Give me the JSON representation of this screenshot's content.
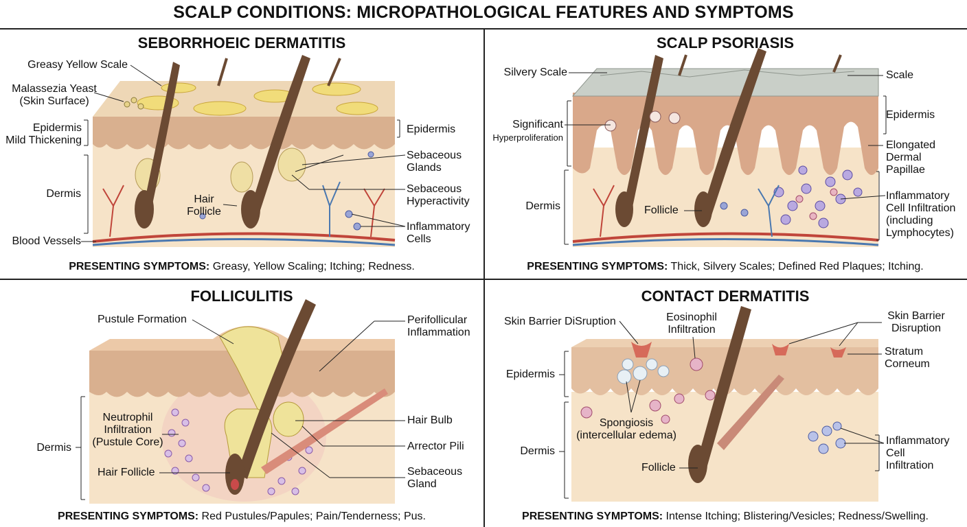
{
  "title": "SCALP CONDITIONS: MICROPATHOLOGICAL FEATURES AND SYMPTOMS",
  "symptoms_prefix": "PRESENTING SYMPTOMS:",
  "colors": {
    "skin": "#f6e3c8",
    "epidermis": "#d9b08f",
    "sebum": "#f1dc7a",
    "follicle": "#6b4a33",
    "artery": "#c0453a",
    "vein": "#4a78b0",
    "scale": "#c9cfc8"
  },
  "panels": {
    "seb": {
      "title": "SEBORRHOEIC DERMATITIS",
      "symptoms": "Greasy, Yellow Scaling; Itching; Redness.",
      "labels": {
        "greasy_scale": "Greasy Yellow Scale",
        "malassezia_1": "Malassezia Yeast",
        "malassezia_2": "(Skin Surface)",
        "epid_left_1": "Epidermis",
        "epid_left_2": "Mild Thickening",
        "dermis": "Dermis",
        "blood_vessels": "Blood Vessels",
        "hair_follicle_1": "Hair",
        "hair_follicle_2": "Follicle",
        "epidermis": "Epidermis",
        "seb_glands_1": "Sebaceous",
        "seb_glands_2": "Glands",
        "seb_hyper_1": "Sebaceous",
        "seb_hyper_2": "Hyperactivity",
        "inflam_1": "Inflammatory",
        "inflam_2": "Cells"
      }
    },
    "pso": {
      "title": "SCALP PSORIASIS",
      "symptoms": "Thick, Silvery Scales; Defined Red Plaques; Itching.",
      "labels": {
        "silvery_scale": "Silvery Scale",
        "significant": "Significant",
        "hyperproliferation": "Hyperproliferation",
        "dermis": "Dermis",
        "follicle": "Follicle",
        "scale": "Scale",
        "epidermis": "Epidermis",
        "elongated_1": "Elongated",
        "elongated_2": "Dermal",
        "elongated_3": "Papillae",
        "infil_1": "Inflammatory",
        "infil_2": "Cell Infiltration",
        "infil_3": "(including",
        "infil_4": "Lymphocytes)"
      }
    },
    "fol": {
      "title": "FOLLICULITIS",
      "symptoms": "Red Pustules/Papules; Pain/Tenderness; Pus.",
      "labels": {
        "pustule": "Pustule Formation",
        "dermis": "Dermis",
        "neutro_1": "Neutrophil",
        "neutro_2": "Infiltration",
        "neutro_3": "(Pustule Core)",
        "hair_follicle": "Hair Follicle",
        "perifol_1": "Perifollicular",
        "perifol_2": "Inflammation",
        "hair_bulb": "Hair Bulb",
        "arrector": "Arrector Pili",
        "seb_gland_1": "Sebaceous",
        "seb_gland_2": "Gland"
      }
    },
    "con": {
      "title": "CONTACT DERMATITIS",
      "symptoms": "Intense Itching; Blistering/Vesicles; Redness/Swelling.",
      "labels": {
        "barrier_left": "Skin Barrier DiSruption",
        "eos_1": "Eosinophil",
        "eos_2": "Infiltration",
        "epidermis": "Epidermis",
        "dermis": "Dermis",
        "spong_1": "Spongiosis",
        "spong_2": "(intercellular edema)",
        "follicle": "Follicle",
        "barrier_right_1": "Skin Barrier",
        "barrier_right_2": "Disruption",
        "stratum_1": "Stratum",
        "stratum_2": "Corneum",
        "infil_1": "Inflammatory",
        "infil_2": "Cell",
        "infil_3": "Infiltration"
      }
    }
  }
}
